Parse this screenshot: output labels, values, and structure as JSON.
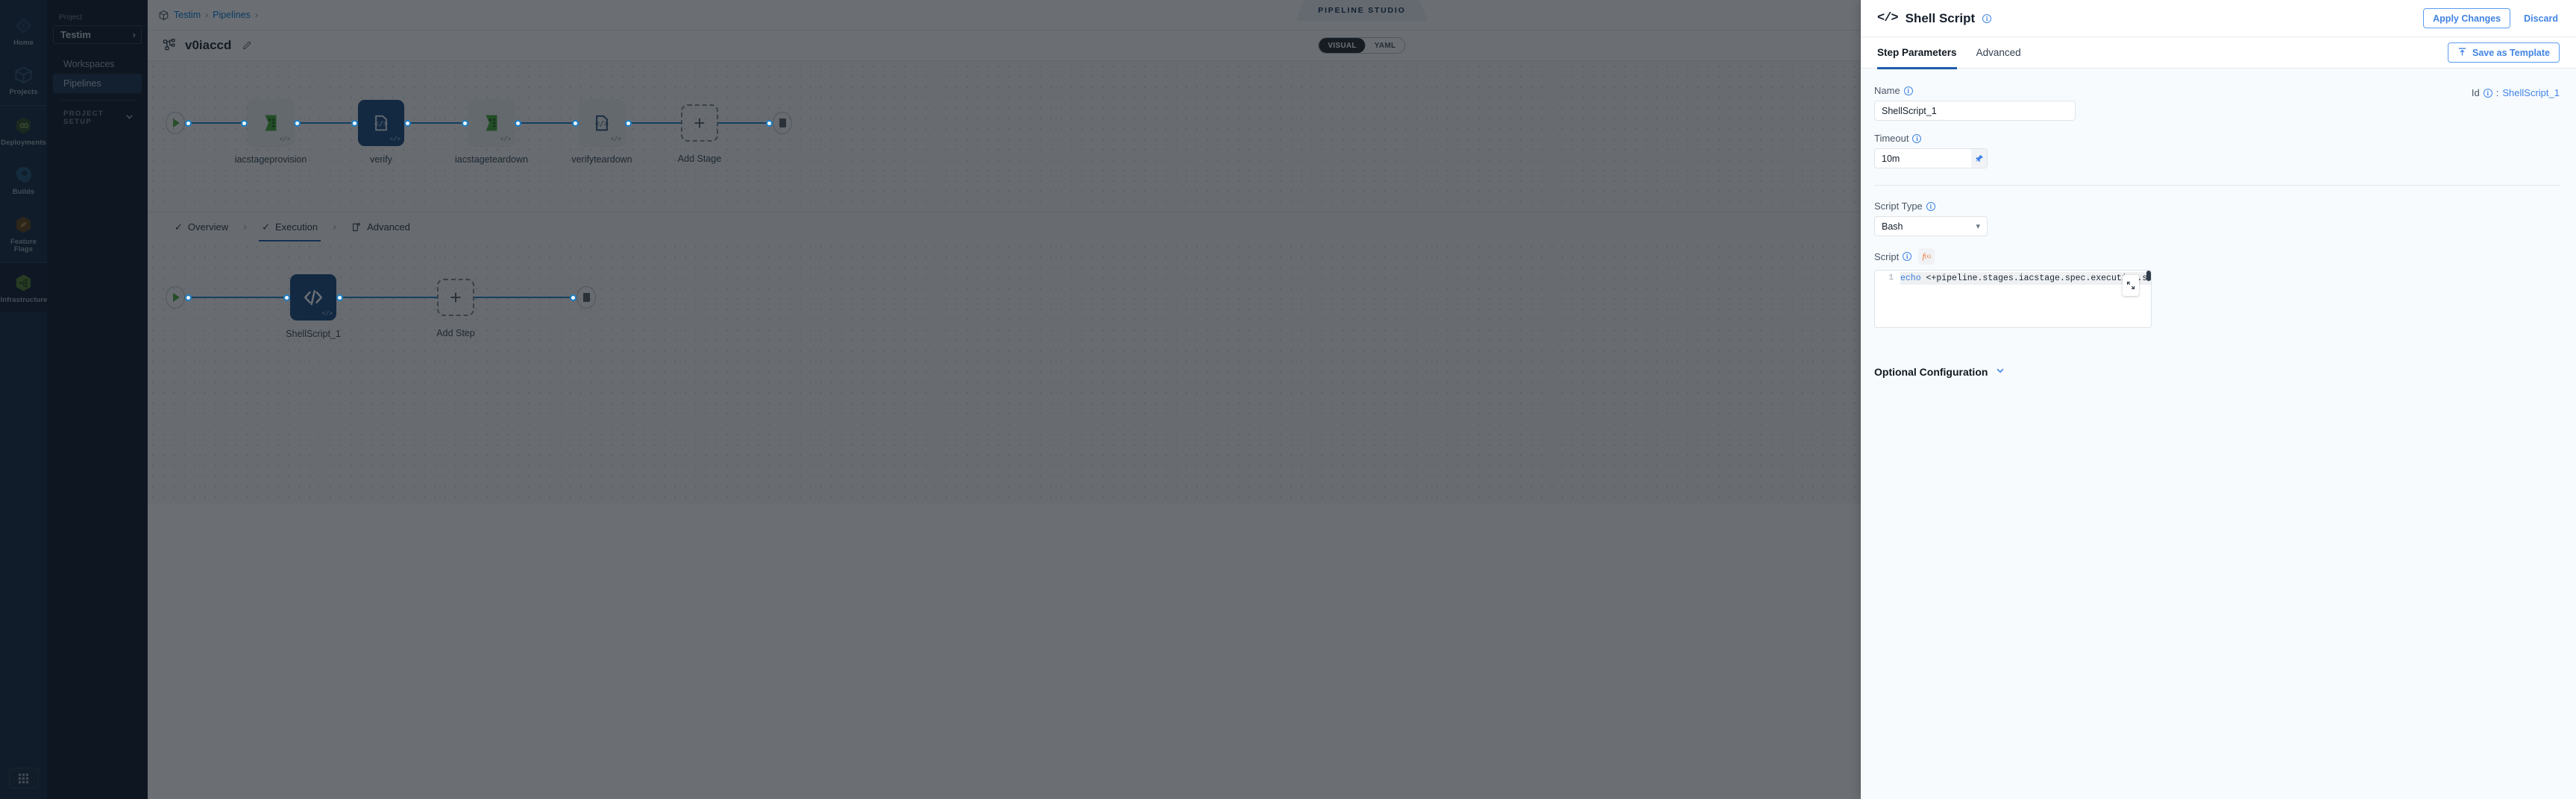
{
  "nav_rail": {
    "items": [
      {
        "label": "Home",
        "icon": "home-diamond-icon",
        "active": false
      },
      {
        "label": "Projects",
        "icon": "box-icon",
        "active": false
      },
      {
        "label": "Deployments",
        "icon": "infinity-hex-icon",
        "active": false
      },
      {
        "label": "Builds",
        "icon": "build-circle-icon",
        "active": false
      },
      {
        "label": "Feature Flags",
        "icon": "flag-hex-icon",
        "active": false
      },
      {
        "label": "Infrastructures",
        "icon": "infra-hex-icon",
        "active": true
      }
    ],
    "bottom_icon": "app-grid-icon"
  },
  "project_sidebar": {
    "project_label": "Project",
    "project_name": "Testim",
    "nav": [
      {
        "label": "Workspaces",
        "active": false
      },
      {
        "label": "Pipelines",
        "active": true
      }
    ],
    "setup_label": "PROJECT SETUP"
  },
  "topbar": {
    "breadcrumb": [
      {
        "label": "Testim",
        "link": true
      },
      {
        "label": "Pipelines",
        "link": true
      }
    ],
    "separator": "›",
    "studio_tag": "PIPELINE STUDIO",
    "close_label": "✕"
  },
  "subbar": {
    "pipeline_name": "v0iaccd",
    "mode_toggle": {
      "options": [
        "VISUAL",
        "YAML"
      ],
      "selected": "VISUAL"
    }
  },
  "stage_canvas": {
    "stages": [
      {
        "name": "iacstageprovision",
        "icon": "infra-stage-icon",
        "selected": false,
        "badge": "</>"
      },
      {
        "name": "verify",
        "icon": "shell-script-icon",
        "selected": true,
        "badge": "</>"
      },
      {
        "name": "iacstageteardown",
        "icon": "infra-stage-icon",
        "selected": false,
        "badge": "</>"
      },
      {
        "name": "verifyteardown",
        "icon": "shell-script-icon",
        "selected": false,
        "badge": "</>"
      }
    ],
    "add_stage_label": "Add Stage"
  },
  "stage_tabs": [
    {
      "label": "Overview",
      "icon": "check-icon",
      "active": false
    },
    {
      "label": "Execution",
      "icon": "check-icon",
      "active": true
    },
    {
      "label": "Advanced",
      "icon": "gear-page-icon",
      "active": false
    }
  ],
  "step_canvas": {
    "steps": [
      {
        "name": "ShellScript_1",
        "icon": "shell-script-icon",
        "selected": true,
        "badge": "</>"
      }
    ],
    "add_step_label": "Add Step"
  },
  "panel": {
    "title": "Shell Script",
    "title_icon": "code-brackets-icon",
    "apply_label": "Apply Changes",
    "discard_label": "Discard",
    "tabs": [
      {
        "label": "Step Parameters",
        "active": true
      },
      {
        "label": "Advanced",
        "active": false
      }
    ],
    "save_template_label": "Save as Template",
    "save_template_icon": "upload-template-icon",
    "fields": {
      "name_label": "Name",
      "name_value": "ShellScript_1",
      "id_label": "Id",
      "id_separator": ":",
      "id_value": "ShellScript_1",
      "timeout_label": "Timeout",
      "timeout_value": "10m",
      "timeout_pin_icon": "pin-icon",
      "script_type_label": "Script Type",
      "script_type_value": "Bash",
      "script_label": "Script",
      "script_fx_label": "f(x)",
      "script_line_number": "1",
      "script_keyword": "echo",
      "script_code": " <+pipeline.stages.iacstage.spec.execution.step   ppl",
      "expand_icon": "expand-icon"
    },
    "optional_configuration_label": "Optional Configuration"
  },
  "colors": {
    "accent_blue": "#4184e4",
    "node_selected": "#19487f",
    "tab_underline": "#1f5daa",
    "rail_bg": "#12263f",
    "panel_bg": "#f7fbfe",
    "close_btn": "#5b93b5"
  }
}
